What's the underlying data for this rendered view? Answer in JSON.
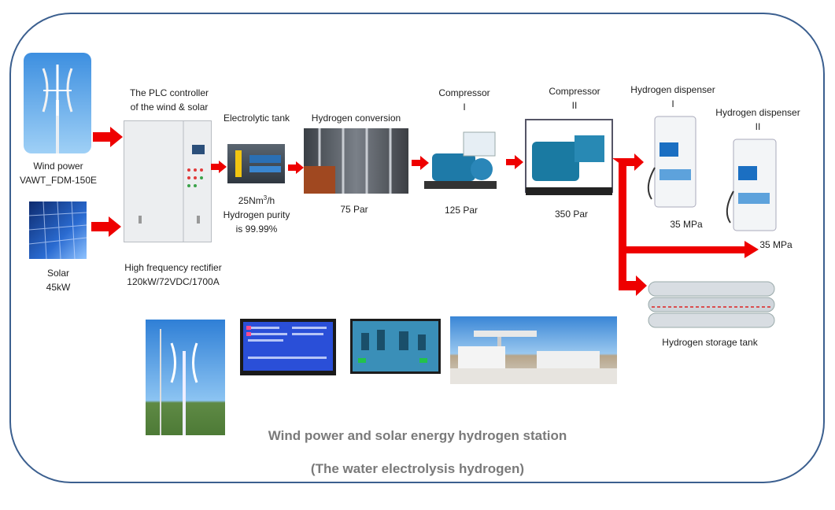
{
  "components": {
    "wind": {
      "label": "Wind power",
      "model": "VAWT_FDM-150E"
    },
    "solar": {
      "label": "Solar",
      "power": "45kW"
    },
    "plc": {
      "line1": "The PLC controller",
      "line2": "of the wind & solar"
    },
    "rectifier": {
      "line1": "High frequency rectifier",
      "line2": "120kW/72VDC/1700A"
    },
    "electrolytic": {
      "label": "Electrolytic tank",
      "flow_prefix": "25Nm",
      "flow_sup": "3",
      "flow_suffix": "/h",
      "purity1": "Hydrogen purity",
      "purity2": "is 99.99%"
    },
    "conversion": {
      "label": "Hydrogen conversion",
      "pressure": "75 Par"
    },
    "compressor1": {
      "label": "Compressor",
      "stage": "I",
      "pressure": "125 Par"
    },
    "compressor2": {
      "label": "Compressor",
      "stage": "II",
      "pressure": "350 Par"
    },
    "dispenser1": {
      "label": "Hydrogen dispenser",
      "stage": "I",
      "pressure": "35 MPa"
    },
    "dispenser2": {
      "label": "Hydrogen dispenser",
      "stage": "II",
      "pressure": "35 MPa"
    },
    "storage": {
      "label": "Hydrogen storage tank"
    }
  },
  "title": {
    "line1": "Wind power and solar energy hydrogen station",
    "line2": "(The water electrolysis hydrogen)"
  },
  "colors": {
    "frame": "#3b5f8f",
    "arrow": "#ee0000",
    "title": "#7a7a7a"
  }
}
